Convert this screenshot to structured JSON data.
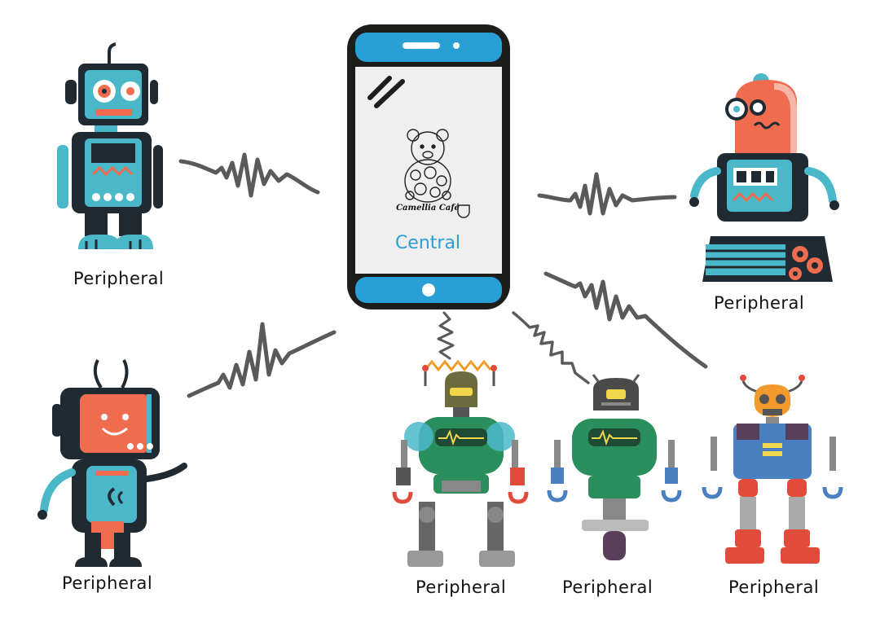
{
  "central": {
    "label": "Central",
    "brand": "Camellia Café"
  },
  "peripherals": [
    {
      "label": "Peripheral"
    },
    {
      "label": "Peripheral"
    },
    {
      "label": "Peripheral"
    },
    {
      "label": "Peripheral"
    },
    {
      "label": "Peripheral"
    },
    {
      "label": "Peripheral"
    }
  ],
  "colors": {
    "phone_frame": "#1d1d1b",
    "phone_screen": "#efefef",
    "phone_accent": "#2a9fd6",
    "central_text": "#2a9fd6",
    "signal": "#5a5a5a",
    "robot_teal": "#4bb8c9",
    "robot_orange": "#ef6c4e",
    "robot_dark": "#1f2a33",
    "robot_green": "#2a8f5c",
    "robot_blue": "#4a7fc1",
    "robot_red": "#e14b3b"
  }
}
